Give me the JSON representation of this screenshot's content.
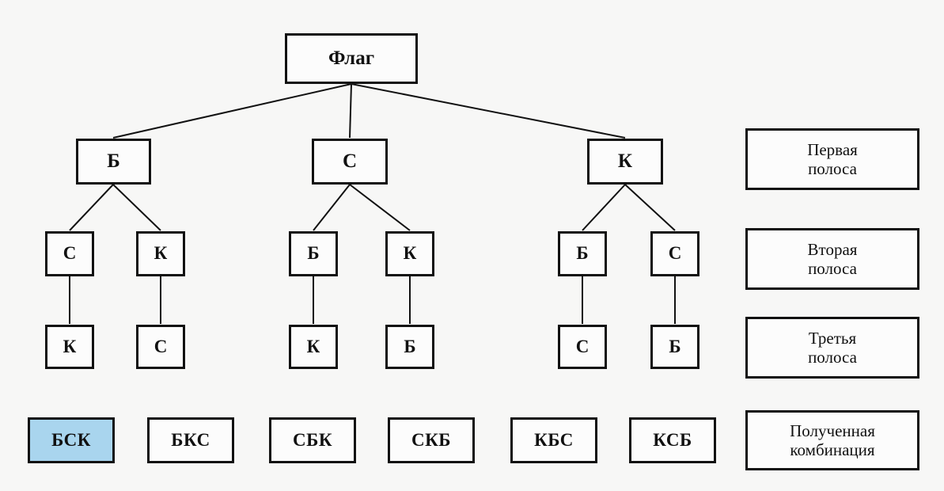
{
  "diagram": {
    "title": "Флаг",
    "root": {
      "label": "Флаг"
    },
    "level2": [
      {
        "label": "Б"
      },
      {
        "label": "С"
      },
      {
        "label": "К"
      }
    ],
    "level3": [
      {
        "label": "С"
      },
      {
        "label": "К"
      },
      {
        "label": "Б"
      },
      {
        "label": "К"
      },
      {
        "label": "Б"
      },
      {
        "label": "С"
      }
    ],
    "level4": [
      {
        "label": "К"
      },
      {
        "label": "С"
      },
      {
        "label": "К"
      },
      {
        "label": "Б"
      },
      {
        "label": "С"
      },
      {
        "label": "Б"
      }
    ],
    "combinations": [
      {
        "label": "БСК",
        "selected": true
      },
      {
        "label": "БКС",
        "selected": false
      },
      {
        "label": "СБК",
        "selected": false
      },
      {
        "label": "СКБ",
        "selected": false
      },
      {
        "label": "КБС",
        "selected": false
      },
      {
        "label": "КСБ",
        "selected": false
      }
    ],
    "legend": [
      {
        "line1": "Первая",
        "line2": "полоса"
      },
      {
        "line1": "Вторая",
        "line2": "полоса"
      },
      {
        "line1": "Третья",
        "line2": "полоса"
      },
      {
        "line1": "Полученная",
        "line2": "комбинация"
      }
    ],
    "colors": {
      "background": "#f7f7f6",
      "stroke": "#111111",
      "box_fill": "#fcfcfc",
      "highlight": "#a9d5ee"
    }
  }
}
